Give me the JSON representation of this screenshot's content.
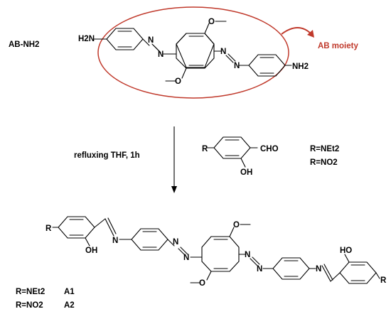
{
  "labels": {
    "ab_nh2": "AB-NH2",
    "ab_moiety": "AB moiety",
    "condition": "refluxing THF, 1h",
    "aldehyde_group": "CHO",
    "r_top": "R",
    "oh_top": "OH",
    "r_net2": "R=NEt2",
    "r_no2": "R=NO2",
    "r_prod_left": "R",
    "r_prod_right": "R",
    "oh_prod_left": "OH",
    "ho_prod_right": "HO",
    "nh2_left": "H2N",
    "nh2_right": "NH2",
    "a1_r": "R=NEt2",
    "a1": "A1",
    "a2_r": "R=NO2",
    "a2": "A2"
  },
  "colors": {
    "highlight": "#c0392b",
    "ink": "#000000"
  }
}
